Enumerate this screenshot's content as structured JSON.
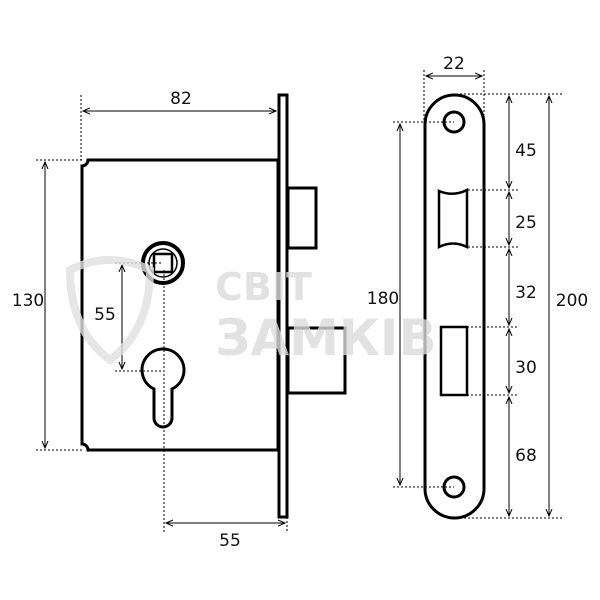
{
  "watermark": {
    "line1": "СВІТ",
    "line2": "ЗАМКІВ"
  },
  "body_view": {
    "width_label": "82",
    "height_label": "130",
    "spindle_to_cylinder_label": "55",
    "backset_label": "55"
  },
  "faceplate_view": {
    "width_label": "22",
    "hole_spacing_label": "180",
    "total_length_label": "200",
    "segments": [
      "45",
      "25",
      "32",
      "30",
      "68"
    ]
  }
}
